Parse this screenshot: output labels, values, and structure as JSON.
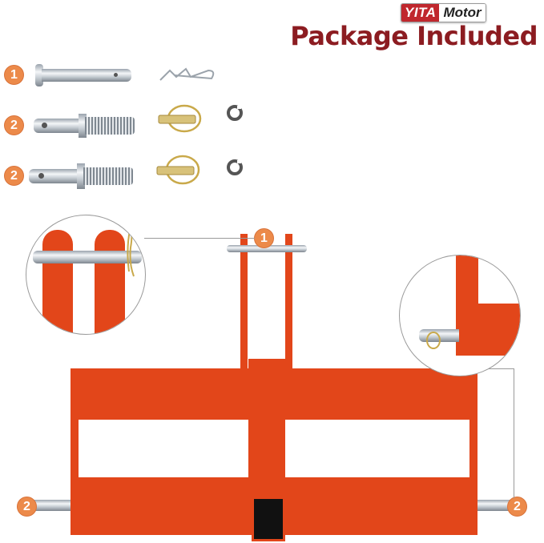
{
  "brand": {
    "part1": "YITA",
    "part2": "Motor",
    "colors": {
      "red": "#c0272d",
      "dark": "#222222"
    }
  },
  "header": {
    "title": "Package Included",
    "title_color": "#8c1c21"
  },
  "parts_list": [
    {
      "badge": "1",
      "items": [
        "clevis-pin",
        "hitch-r-clip"
      ]
    },
    {
      "badge": "2",
      "items": [
        "threaded-lower-link-pin",
        "linch-pin",
        "lock-washer"
      ]
    },
    {
      "badge": "2",
      "items": [
        "threaded-lower-link-pin",
        "linch-pin",
        "lock-washer"
      ]
    }
  ],
  "callouts": [
    {
      "badge": "1",
      "label": "top-link-pin"
    },
    {
      "badge": "2",
      "label": "left-lower-pin"
    },
    {
      "badge": "2",
      "label": "right-lower-pin"
    }
  ],
  "colors": {
    "frame": "#e2461a",
    "badge": "#ec8a4a",
    "steel": "#c9d0d6"
  }
}
